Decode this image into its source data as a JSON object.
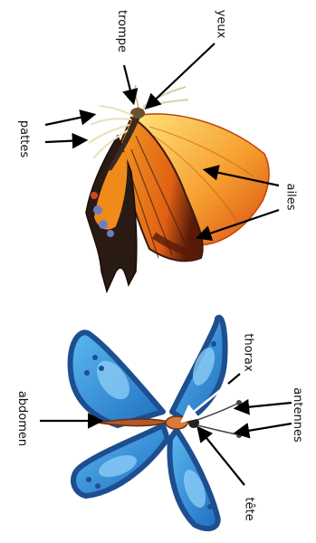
{
  "diagram": {
    "labels": {
      "trompe": "trompe",
      "yeux": "yeux",
      "pattes": "pattes",
      "ailes": "ailes",
      "thorax": "thorax",
      "antennes": "antennes",
      "abdomen": "abdomen",
      "tete": "tête"
    }
  },
  "colors": {
    "arrow": "#000000",
    "swallowtail_orange": "#f08a1a",
    "swallowtail_yellow": "#ffd54a",
    "swallowtail_dark": "#3a1a10",
    "blue_dark": "#1d4e8f",
    "blue_mid": "#2f86d6",
    "blue_light": "#5bb8f0",
    "body_brown": "#b05a2a"
  }
}
